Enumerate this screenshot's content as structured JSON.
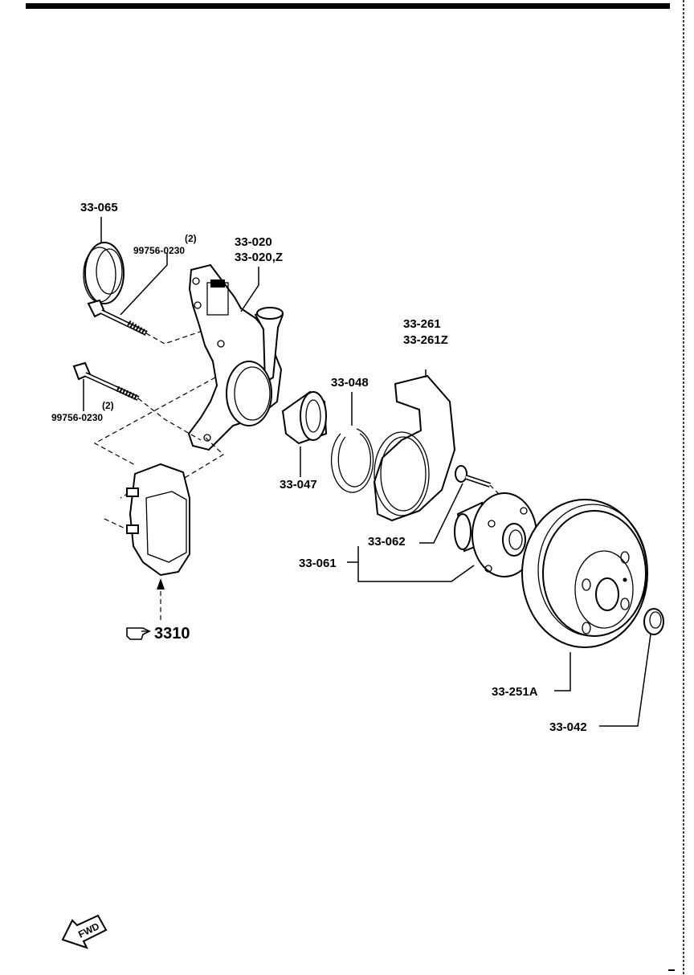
{
  "labels": {
    "dust_seal": "33-065",
    "bolt_upper_qty": "(2)",
    "bolt_upper_part": "99756-0230",
    "knuckle_a": "33-020",
    "knuckle_b": "33-020,Z",
    "bolt_lower_part": "99756-0230",
    "bolt_lower_qty": "(2)",
    "bearing": "33-047",
    "snap_ring": "33-048",
    "dust_cover_a": "33-261",
    "dust_cover_b": "33-261Z",
    "hub_bolt": "33-062",
    "hub": "33-061",
    "disc": "33-251A",
    "nut": "33-042",
    "caliper_ref": "3310",
    "fwd": "FWD"
  },
  "icons": {
    "pointing_hand": "pointing-hand-icon",
    "fwd_arrow": "fwd-arrow-icon"
  }
}
